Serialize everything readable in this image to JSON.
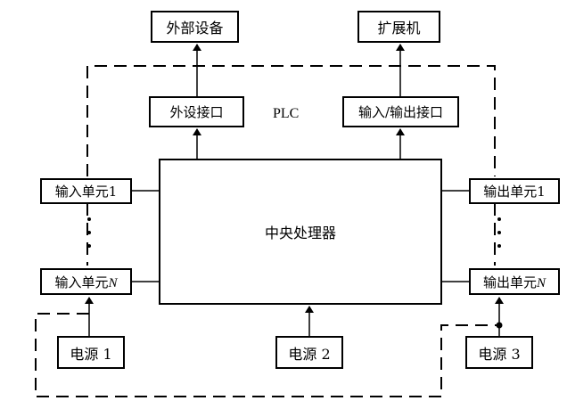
{
  "diagram": {
    "external_device": "外部设备",
    "expansion": "扩展机",
    "peripheral_interface": "外设接口",
    "plc_label": "PLC",
    "io_interface": "输入/输出接口",
    "cpu": "中央处理器",
    "input_unit_1": "输入单元1",
    "input_unit_n_prefix": "输入单元",
    "input_unit_n_suffix": "N",
    "output_unit_1": "输出单元1",
    "output_unit_n_prefix": "输出单元",
    "output_unit_n_suffix": "N",
    "power_1": "电源 1",
    "power_2": "电源 2",
    "power_3": "电源 3"
  }
}
